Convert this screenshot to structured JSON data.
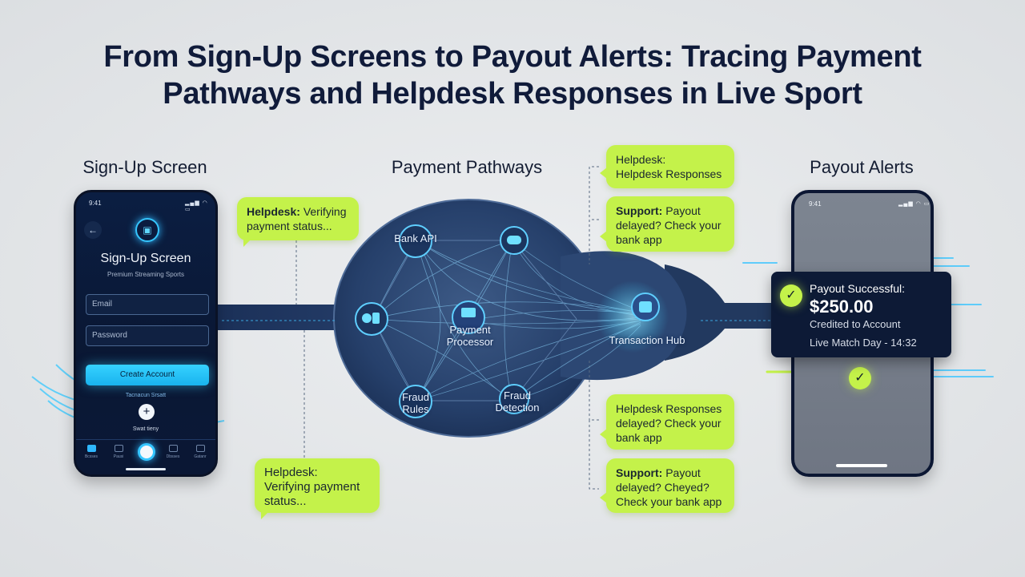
{
  "title": {
    "line1": "From Sign-Up Screens to Payout Alerts: Tracing Payment",
    "line2": "Pathways and Helpdesk Responses in Live Sport"
  },
  "sections": {
    "signup": "Sign-Up Screen",
    "payment": "Payment Pathways",
    "payout": "Payout Alerts"
  },
  "signup_phone": {
    "time": "9:41",
    "signal": "▂▄▆ ◠ ▭",
    "screen_title": "Sign-Up Screen",
    "subtitle": "Premium Streaming Sports",
    "email_placeholder": "Email",
    "password_placeholder": "Password",
    "cta": "Create Account",
    "small_text_1": "Tacnacun Srsatt",
    "small_text_2": "Swat tieny",
    "nav": [
      "Bcsses",
      "Pausi",
      "Dbsses",
      "Gatanr"
    ]
  },
  "payout_phone": {
    "time": "9:41",
    "signal": "▂▄▆ ◠ ▭"
  },
  "network": {
    "nodes": {
      "bank_api": "Bank API",
      "processor": "Payment Processor",
      "fraud_rules": "Fraud Rules",
      "fraud_detection": "Fraud Detection",
      "hub": "Transaction Hub"
    }
  },
  "bubbles": {
    "left_top": {
      "label": "Helpdesk:",
      "text": "Verifying payment status..."
    },
    "left_bottom": {
      "label": "Helpdesk:",
      "text": "Verifying payment status..."
    },
    "right_1": {
      "label": "Helpdesk:",
      "text": "Helpdesk Responses"
    },
    "right_2": {
      "label": "Support:",
      "text": "Payout delayed? Check your bank app"
    },
    "right_3": {
      "label": "Helpdesk Responses",
      "text": "delayed? Check your bank app"
    },
    "right_4": {
      "label": "Support:",
      "text": "Payout delayed? Cheyed? Check your bank app"
    }
  },
  "payout_card": {
    "title": "Payout Successful:",
    "amount": "$250.00",
    "credited": "Credited to Account",
    "match": "Live Match Day - 14:32"
  },
  "colors": {
    "accent_cyan": "#36d2ff",
    "bubble_lime": "#c4f24a",
    "navy": "#0d1a36"
  },
  "icons": [
    "back-arrow-icon",
    "shield-logo-icon",
    "home-icon",
    "check-icon",
    "bank-icon",
    "processor-icon",
    "hub-icon"
  ]
}
